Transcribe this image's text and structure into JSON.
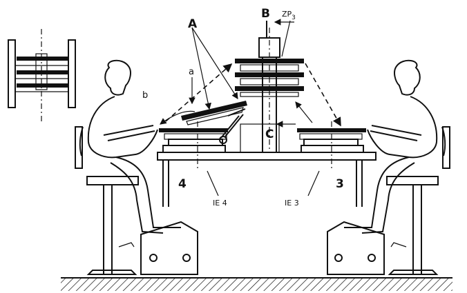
{
  "labels": {
    "A": "A",
    "B": "B",
    "ZP3": "ZP",
    "ZP3_sub": "3",
    "a": "a",
    "b": "b",
    "C": "C",
    "station4": "4",
    "station3": "3",
    "IE4": "IE 4",
    "IE3": "IE 3"
  },
  "colors": {
    "ink": "#111111",
    "background": "#ffffff"
  }
}
